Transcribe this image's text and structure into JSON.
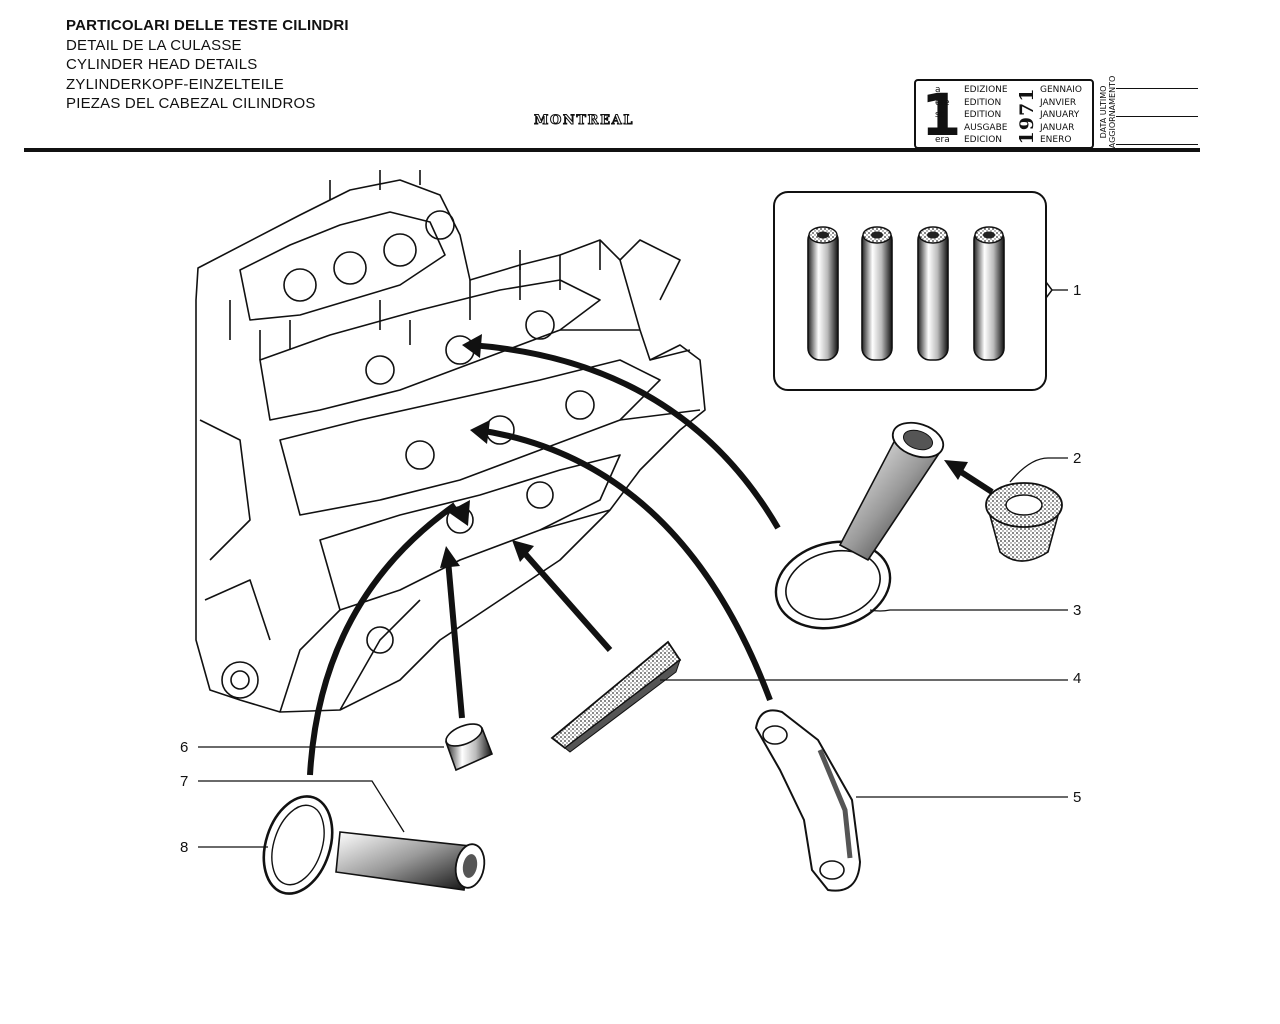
{
  "header": {
    "titles": [
      "PARTICOLARI DELLE TESTE CILINDRI",
      "DETAIL DE LA CULASSE",
      "CYLINDER HEAD DETAILS",
      "ZYLINDERKOPF-EINZELTEILE",
      "PIEZAS DEL CABEZAL CILINDROS"
    ],
    "brand": "MONTREAL"
  },
  "edition_box": {
    "number": "1",
    "ordinals": [
      "a",
      "ere",
      "st",
      ".",
      "era"
    ],
    "labels": [
      "EDIZIONE",
      "EDITION",
      "EDITION",
      "AUSGABE",
      "EDICION"
    ],
    "year": "1971",
    "months": [
      "GENNAIO",
      "JANVIER",
      "JANUARY",
      "JANUAR",
      "ENERO"
    ],
    "last_update_label": [
      "DATA ULTIMO",
      "AGGIORNAMENTO"
    ]
  },
  "callouts": [
    "1",
    "2",
    "3",
    "4",
    "5",
    "6",
    "7",
    "8"
  ],
  "colors": {
    "ink": "#111111",
    "paper": "#ffffff",
    "shade": "#666666"
  }
}
